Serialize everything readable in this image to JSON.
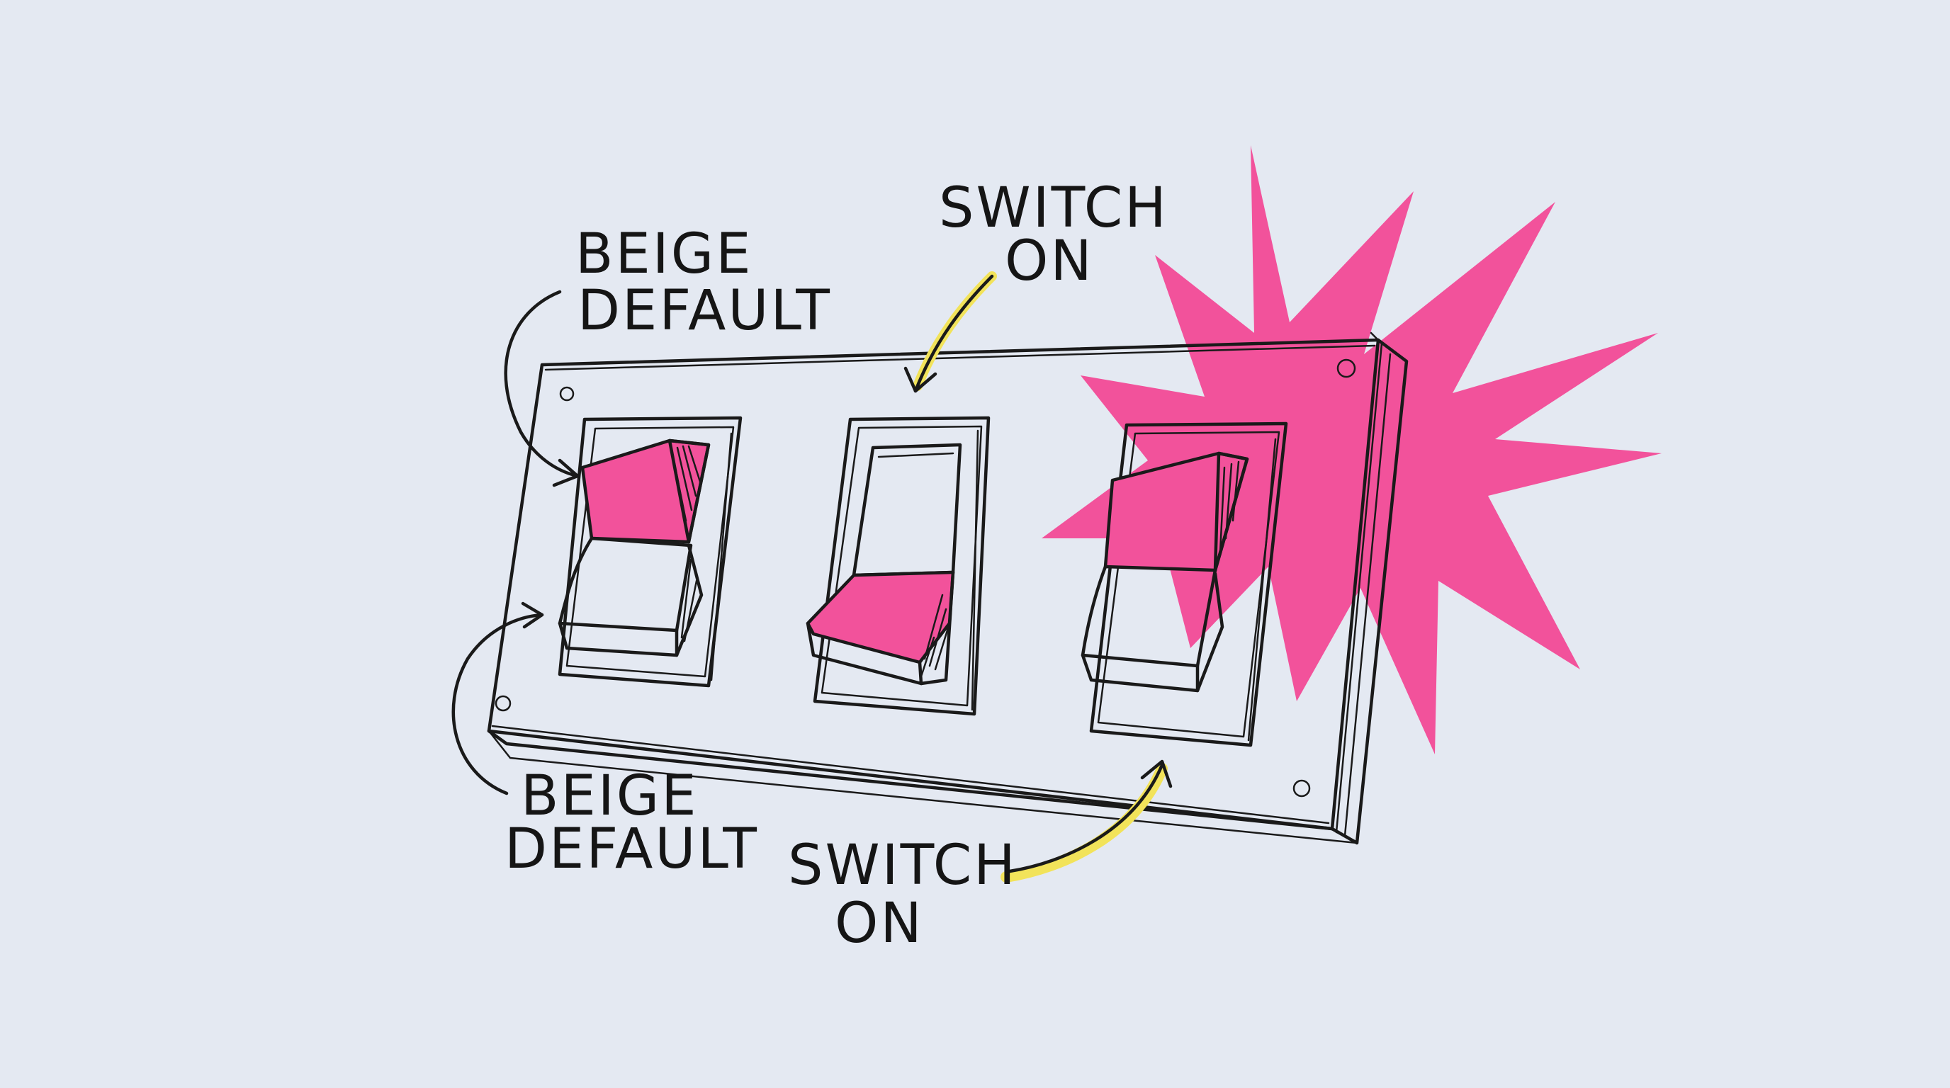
{
  "labels": {
    "top_left": {
      "line1": "BEIGE",
      "line2": "DEFAULT"
    },
    "bottom_left": {
      "line1": "BEIGE",
      "line2": "DEFAULT"
    },
    "top_center": {
      "line1": "SWITCH",
      "line2": "ON"
    },
    "bottom_center": {
      "line1": "SWITCH",
      "line2": "ON"
    }
  },
  "switches": [
    {
      "position": "left",
      "state": "up"
    },
    {
      "position": "middle",
      "state": "down"
    },
    {
      "position": "right",
      "state": "up"
    }
  ],
  "colors": {
    "background": "#e4e9f2",
    "accent_pink": "#f2529b",
    "arrow_yellow": "#f2e35a",
    "ink": "#1a1a1a"
  }
}
